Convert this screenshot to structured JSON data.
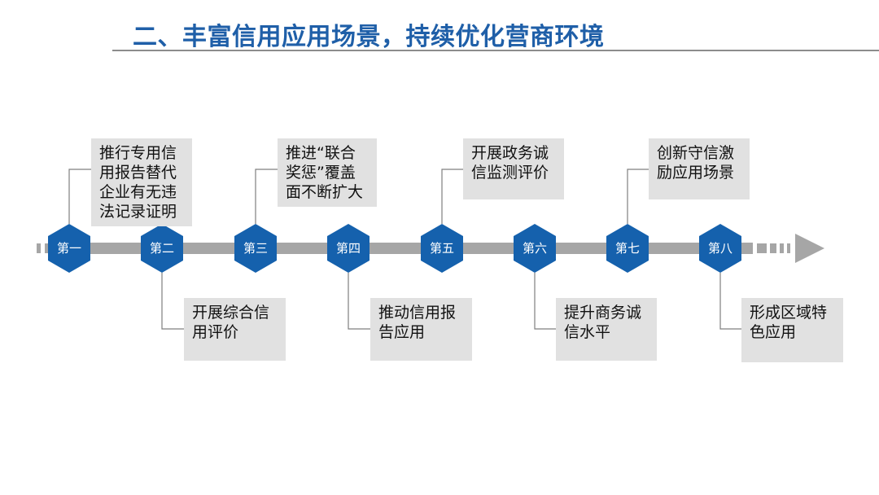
{
  "title": "二、丰富信用应用场景，持续优化营商环境",
  "colors": {
    "title": "#1f5fa8",
    "hexagon": "#1561ad",
    "arrow": "#a6a6a6",
    "box": "#e1e1e1",
    "connector": "#7f7f7f"
  },
  "steps": [
    {
      "label": "第一",
      "text": "推行专用信\n用报告替代\n企业有无违\n法记录证明",
      "position": "above"
    },
    {
      "label": "第二",
      "text": "开展综合信\n用评价",
      "position": "below"
    },
    {
      "label": "第三",
      "text": "推进“联合\n奖惩”覆盖\n面不断扩大",
      "position": "above"
    },
    {
      "label": "第四",
      "text": "推动信用报\n告应用",
      "position": "below"
    },
    {
      "label": "第五",
      "text": "开展政务诚\n信监测评价",
      "position": "above"
    },
    {
      "label": "第六",
      "text": "提升商务诚\n信水平",
      "position": "below"
    },
    {
      "label": "第七",
      "text": "创新守信激\n励应用场景",
      "position": "above"
    },
    {
      "label": "第八",
      "text": "形成区域特\n色应用",
      "position": "below"
    }
  ]
}
